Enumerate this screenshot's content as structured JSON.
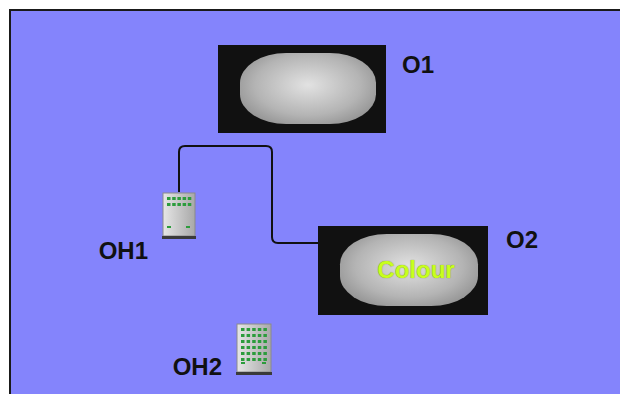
{
  "diagram": {
    "nodes": [
      {
        "text": [
          "O1"
        ]
      },
      {
        "text": [
          "OH1"
        ]
      },
      {
        "text": [
          "Colour",
          "O2"
        ]
      },
      {
        "text": [
          "OH2"
        ]
      }
    ],
    "edges": [
      {
        "from": 1,
        "to": 2,
        "arrow": "none"
      }
    ]
  }
}
